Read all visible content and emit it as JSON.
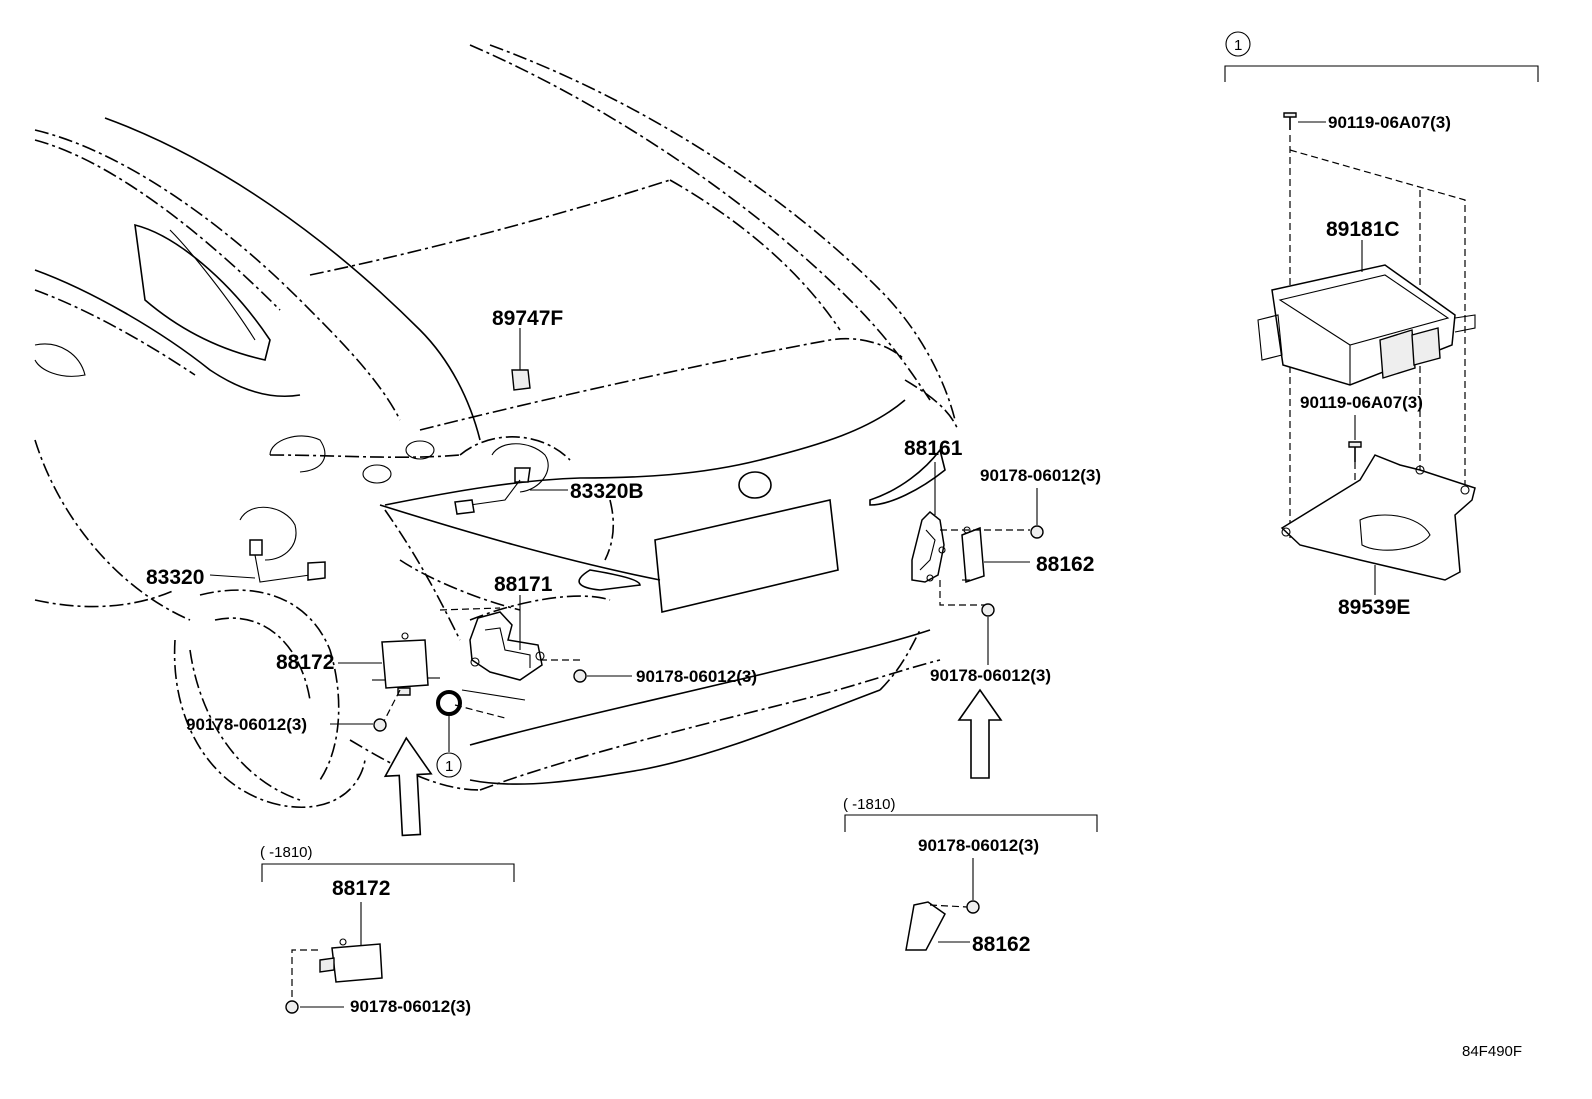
{
  "diagram": {
    "reference_code": "84F490F",
    "callout_group_marker": "1",
    "parts": {
      "p89747F": "89747F",
      "p83320B": "83320B",
      "p83320": "83320",
      "p88171": "88171",
      "p88172_main": "88172",
      "p88161": "88161",
      "p88162_main": "88162",
      "p89181C": "89181C",
      "p89539E": "89539E",
      "p88172_alt": "88172",
      "p88162_alt": "88162"
    },
    "fasteners": {
      "nut_left": "90178-06012(3)",
      "nut_center": "90178-06012(3)",
      "nut_right_upper": "90178-06012(3)",
      "nut_right_lower": "90178-06012(3)",
      "nut_alt_left": "90178-06012(3)",
      "nut_alt_right": "90178-06012(3)",
      "bolt_top": "90119-06A07(3)",
      "bolt_mid": "90119-06A07(3)"
    },
    "variants": {
      "left_range": "(      -1810)",
      "right_range": "(      -1810)"
    }
  }
}
